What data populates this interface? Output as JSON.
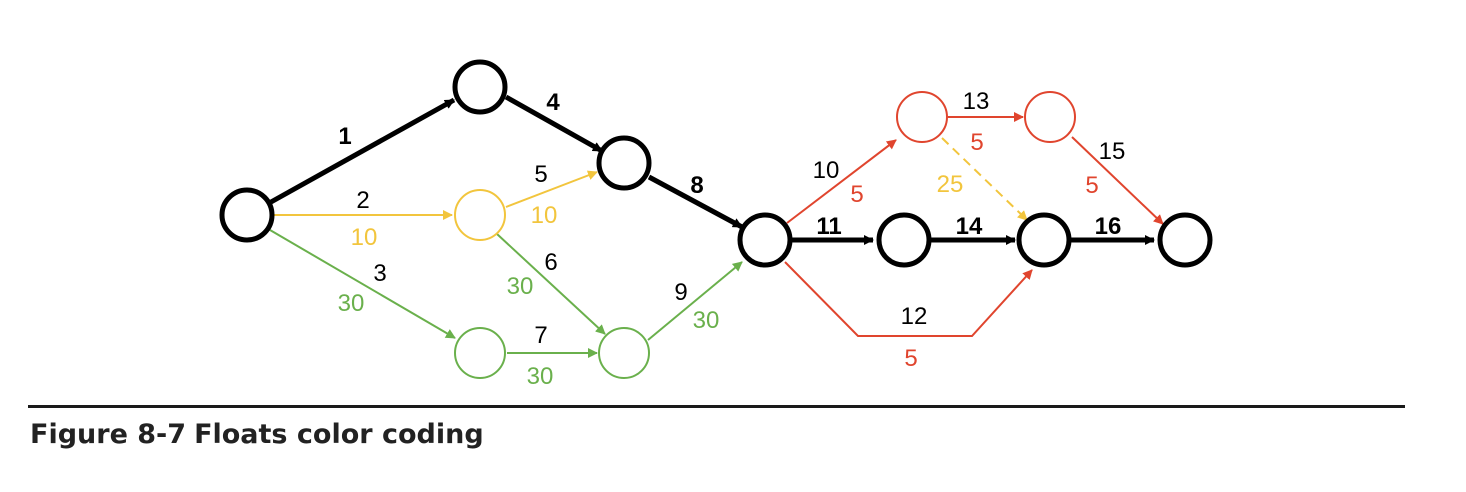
{
  "colors": {
    "critical": "#000000",
    "float_10": "#f2c53d",
    "float_30": "#6ab04c",
    "float_5": "#e0452e",
    "float_25": "#f2c53d"
  },
  "activities": [
    {
      "id": "1",
      "float": "",
      "color": "critical"
    },
    {
      "id": "2",
      "float": "10",
      "color": "float_10"
    },
    {
      "id": "3",
      "float": "30",
      "color": "float_30"
    },
    {
      "id": "4",
      "float": "",
      "color": "critical"
    },
    {
      "id": "5",
      "float": "10",
      "color": "float_10"
    },
    {
      "id": "6",
      "float": "30",
      "color": "float_30"
    },
    {
      "id": "7",
      "float": "30",
      "color": "float_30"
    },
    {
      "id": "8",
      "float": "",
      "color": "critical"
    },
    {
      "id": "9",
      "float": "30",
      "color": "float_30"
    },
    {
      "id": "10",
      "float": "5",
      "color": "float_5"
    },
    {
      "id": "11",
      "float": "",
      "color": "critical"
    },
    {
      "id": "12",
      "float": "5",
      "color": "float_5"
    },
    {
      "id": "13",
      "float": "5",
      "color": "float_5"
    },
    {
      "id": "14",
      "float": "",
      "color": "critical"
    },
    {
      "id": "15",
      "float": "5",
      "color": "float_5"
    },
    {
      "id": "16",
      "float": "",
      "color": "critical"
    },
    {
      "id": "",
      "float": "25",
      "color": "float_25"
    }
  ],
  "caption": {
    "number": "Figure 8-7",
    "title": "Floats color coding"
  }
}
